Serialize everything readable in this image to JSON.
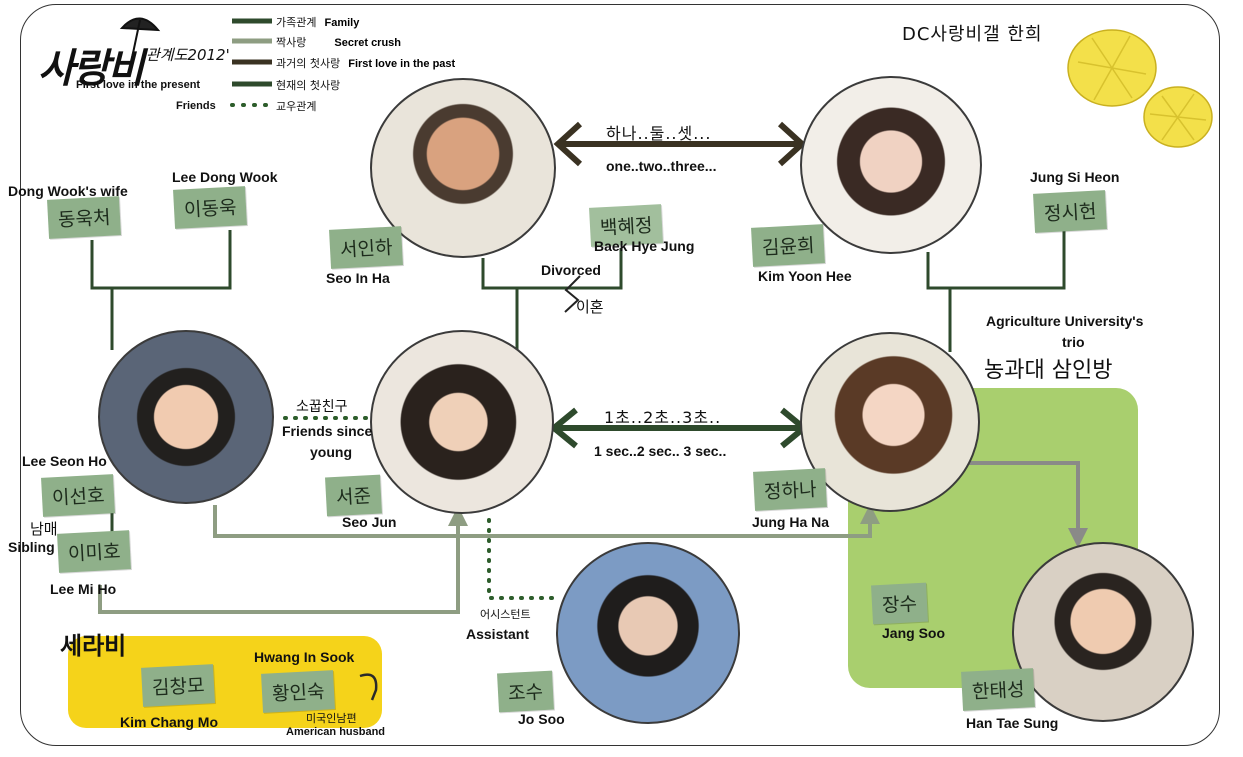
{
  "logo": {
    "main": "사랑비",
    "sub": "관계도2012'"
  },
  "legend": [
    {
      "kr": "가족관계",
      "en": "Family",
      "color": "#2e4a2c"
    },
    {
      "kr": "짝사랑",
      "en": "Secret crush",
      "color": "#8e9d82"
    },
    {
      "kr": "과거의 첫사랑",
      "en": "First love in the past",
      "color": "#3a3222"
    },
    {
      "kr": "현재의 첫사랑",
      "en": "First love in the present",
      "color": "#2e4a2c"
    },
    {
      "kr": "교우관계",
      "en": "Friends",
      "color": "#2d5d2b"
    }
  ],
  "credit": "DC사랑비갤 한희",
  "people": {
    "seo_in_ha": {
      "kr": "서인하",
      "en": "Seo In Ha"
    },
    "kim_yoon_hee": {
      "kr": "김윤희",
      "en": "Kim Yoon Hee"
    },
    "seo_jun": {
      "kr": "서준",
      "en": "Seo Jun"
    },
    "jung_ha_na": {
      "kr": "정하나",
      "en": "Jung Ha Na"
    },
    "lee_seon_ho": {
      "kr": "이선호",
      "en": "Lee Seon Ho"
    },
    "lee_mi_ho": {
      "kr": "이미호",
      "en": "Lee Mi Ho"
    },
    "jo_soo": {
      "kr": "조수",
      "en": "Jo Soo"
    },
    "han_tae_sung": {
      "kr": "한태성",
      "en": "Han Tae Sung"
    },
    "jang_soo": {
      "kr": "장수",
      "en": "Jang Soo"
    },
    "dong_wook_wife": {
      "kr": "동욱처",
      "en": "Dong Wook's wife"
    },
    "lee_dong_wook": {
      "kr": "이동욱",
      "en": "Lee Dong Wook"
    },
    "jung_si_heon": {
      "kr": "정시헌",
      "en": "Jung Si Heon"
    },
    "baek_hye_jung": {
      "kr": "백혜정",
      "en": "Baek Hye Jung"
    },
    "kim_chang_mo": {
      "kr": "김창모",
      "en": "Kim Chang Mo"
    },
    "hwang_in_sook": {
      "kr": "황인숙",
      "en": "Hwang In Sook"
    }
  },
  "relations": {
    "one_two_three_kr": "하나..둘..셋...",
    "one_two_three_en": "one..two..three...",
    "sec_kr": "1초..2초..3초..",
    "sec_en": "1 sec..2 sec.. 3 sec..",
    "divorced_en": "Divorced",
    "divorced_kr": "이혼",
    "friends_kr": "소꿉친구",
    "friends_en1": "Friends since",
    "friends_en2": "young",
    "sibling_kr": "남매",
    "sibling_en": "Sibling",
    "assistant_kr": "어시스턴트",
    "assistant_en": "Assistant",
    "husband_kr": "미국인남편",
    "husband_en": "American husband"
  },
  "groups": {
    "agri_en1": "Agriculture University's",
    "agri_en2": "trio",
    "agri_kr": "농과대 삼인방",
    "serabi": "세라비"
  },
  "colors": {
    "family": "#2e4a2c",
    "crush": "#8e9d82",
    "past": "#3a3222",
    "present": "#2e4a2c",
    "friends": "#2d5d2b",
    "agri_box": "#a9cf6e",
    "serabi_box": "#f5d31a",
    "tag": "#8fb08a"
  }
}
